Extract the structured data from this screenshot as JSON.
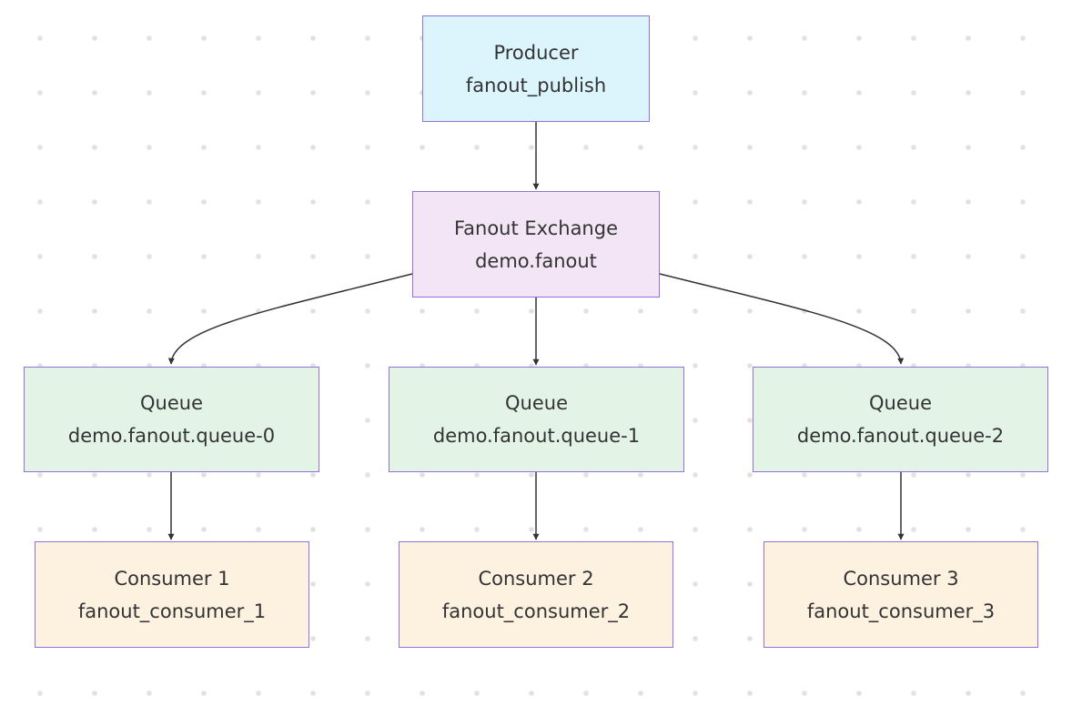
{
  "diagram": {
    "nodes": {
      "producer": {
        "title": "Producer",
        "subtitle": "fanout_publish"
      },
      "exchange": {
        "title": "Fanout Exchange",
        "subtitle": "demo.fanout"
      },
      "queue_0": {
        "title": "Queue",
        "subtitle": "demo.fanout.queue-0"
      },
      "queue_1": {
        "title": "Queue",
        "subtitle": "demo.fanout.queue-1"
      },
      "queue_2": {
        "title": "Queue",
        "subtitle": "demo.fanout.queue-2"
      },
      "consumer_1": {
        "title": "Consumer 1",
        "subtitle": "fanout_consumer_1"
      },
      "consumer_2": {
        "title": "Consumer 2",
        "subtitle": "fanout_consumer_2"
      },
      "consumer_3": {
        "title": "Consumer 3",
        "subtitle": "fanout_consumer_3"
      }
    },
    "edges": [
      {
        "from": "producer",
        "to": "exchange"
      },
      {
        "from": "exchange",
        "to": "queue_0"
      },
      {
        "from": "exchange",
        "to": "queue_1"
      },
      {
        "from": "exchange",
        "to": "queue_2"
      },
      {
        "from": "queue_0",
        "to": "consumer_1"
      },
      {
        "from": "queue_1",
        "to": "consumer_2"
      },
      {
        "from": "queue_2",
        "to": "consumer_3"
      }
    ],
    "colors": {
      "border": "#9370db",
      "producer_fill": "#dcf4fc",
      "exchange_fill": "#f3e5f5",
      "queue_fill": "#e3f4e7",
      "consumer_fill": "#fdf1e0",
      "edge": "#333333",
      "text": "#333333"
    }
  }
}
